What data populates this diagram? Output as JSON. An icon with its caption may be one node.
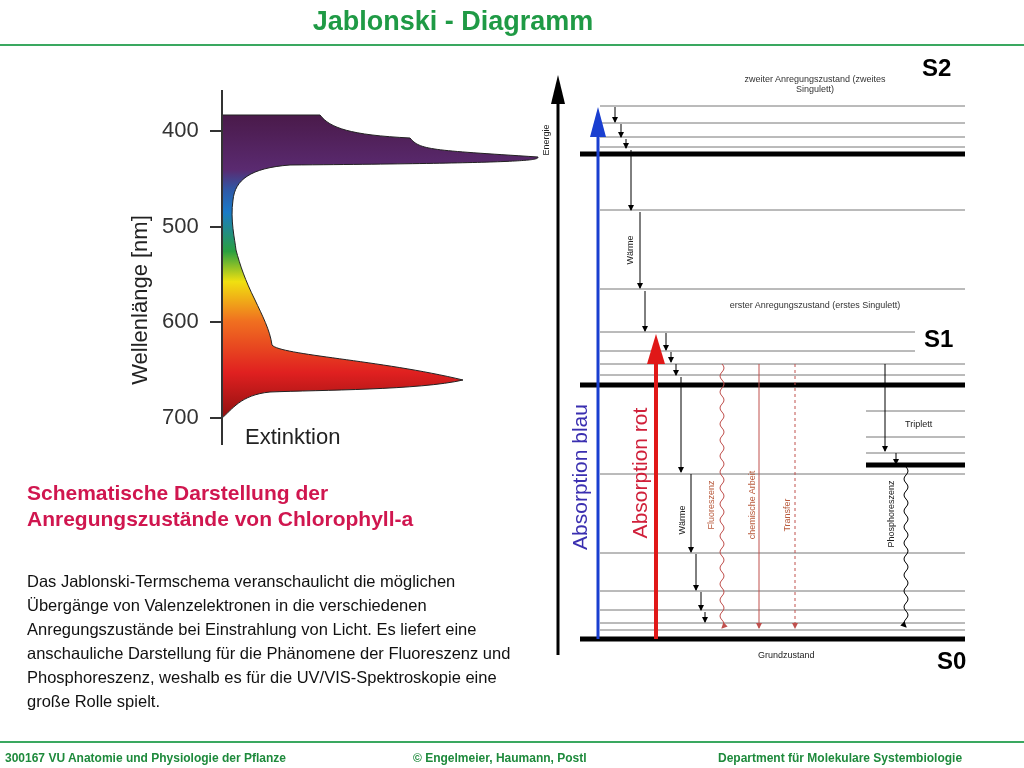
{
  "diagram": {
    "title": "Jablonski - Diagramm",
    "labels": [
      "S2",
      "zweiter Anregungszustand (zweites Singulett)",
      "Energie",
      "400",
      "500",
      "600",
      "700",
      "Wellenlänge [nm]",
      "Extinktion",
      "Wärme",
      "erster Anregungszustand (erstes Singulett)",
      "S1",
      "Triplett",
      "Absorption blau",
      "Absorption rot",
      "Wärme",
      "Fluoreszenz",
      "chemische Arbeit",
      "Transfer",
      "Phosphoreszenz",
      "Schematische Darstellung der Anregungszustände von Chlorophyll-a",
      "Das Jablonski-Termschema veranschaulicht die möglichen Übergänge von Valenzelektronen in die verschiedenen Anregungszustände bei Einstrahlung von Licht. Es liefert eine anschauliche Darstellung für die Phänomene der Fluoreszenz und Phosphoreszenz, weshalb es für die UV/VIS-Spektroskopie eine große Rolle spielt.",
      "Grundzustand",
      "S0",
      "300167 VU Anatomie und Physiologie der Pflanze",
      "© Engelmeier, Haumann, Postl",
      "Department  für  Molekulare Systembiologie"
    ]
  }
}
